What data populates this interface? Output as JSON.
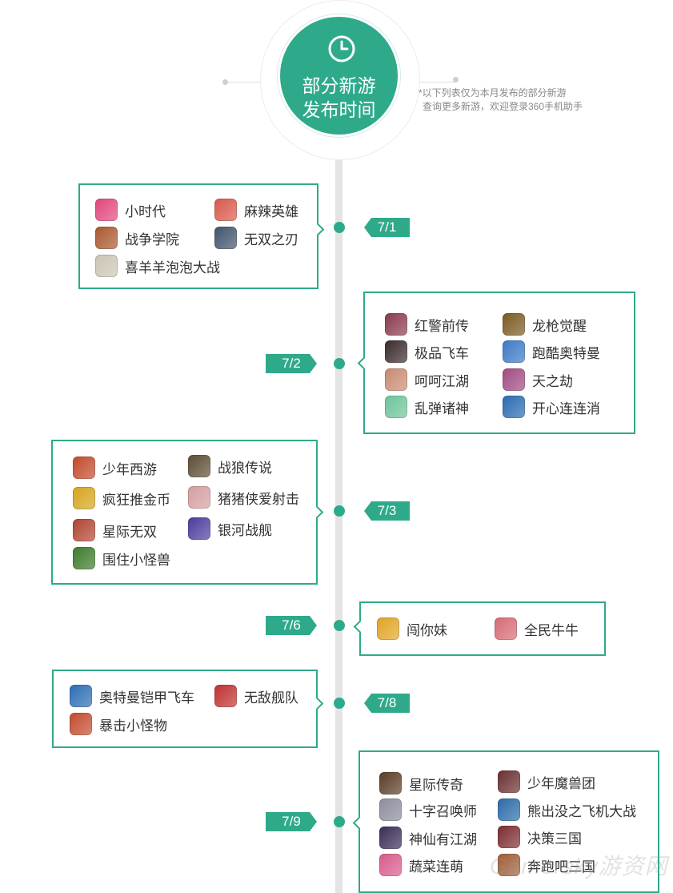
{
  "header": {
    "title_line1": "部分新游",
    "title_line2": "发布时间",
    "note_line1": "*以下列表仅为本月发布的部分新游",
    "note_line2": "查询更多新游，欢迎登录360手机助手"
  },
  "colors": {
    "accent": "#2eaa8a",
    "spine": "#e4e4e4"
  },
  "groups": [
    {
      "date": "7/1",
      "games": [
        {
          "name": "小时代",
          "color": "#e2457d"
        },
        {
          "name": "麻辣英雄",
          "color": "#d8584a"
        },
        {
          "name": "战争学院",
          "color": "#a8582e"
        },
        {
          "name": "无双之刃",
          "color": "#3f536c"
        },
        {
          "name": "喜羊羊泡泡大战",
          "color": "#ccc4b4"
        }
      ]
    },
    {
      "date": "7/2",
      "games": [
        {
          "name": "红警前传",
          "color": "#8a3a4c"
        },
        {
          "name": "龙枪觉醒",
          "color": "#7a5a20"
        },
        {
          "name": "极品飞车",
          "color": "#3a2a2a"
        },
        {
          "name": "跑酷奥特曼",
          "color": "#3c78c6"
        },
        {
          "name": "呵呵江湖",
          "color": "#c98a70"
        },
        {
          "name": "天之劫",
          "color": "#a04a82"
        },
        {
          "name": "乱弹诸神",
          "color": "#6cc49a"
        },
        {
          "name": "开心连连消",
          "color": "#2a6ab0"
        }
      ]
    },
    {
      "date": "7/3",
      "games": [
        {
          "name": "少年西游",
          "color": "#c2492a"
        },
        {
          "name": "战狼传说",
          "color": "#5c4c34"
        },
        {
          "name": "疯狂推金币",
          "color": "#d6a41c"
        },
        {
          "name": "猪猪侠爱射击",
          "color": "#d49ea0"
        },
        {
          "name": "星际无双",
          "color": "#b04432"
        },
        {
          "name": "银河战舰",
          "color": "#4a3c9c"
        },
        {
          "name": "围住小怪兽",
          "color": "#3c7a2a"
        }
      ]
    },
    {
      "date": "7/6",
      "games": [
        {
          "name": "闯你妹",
          "color": "#e0a424"
        },
        {
          "name": "全民牛牛",
          "color": "#d66a74"
        }
      ]
    },
    {
      "date": "7/8",
      "games": [
        {
          "name": "奥特曼铠甲飞车",
          "color": "#2c6cb4"
        },
        {
          "name": "无敌舰队",
          "color": "#bf3030"
        },
        {
          "name": "暴击小怪物",
          "color": "#c24a2e"
        }
      ]
    },
    {
      "date": "7/9",
      "games": [
        {
          "name": "星际传奇",
          "color": "#5a3c24"
        },
        {
          "name": "少年魔兽团",
          "color": "#6a2e30"
        },
        {
          "name": "十字召唤师",
          "color": "#8c8c9c"
        },
        {
          "name": "熊出没之飞机大战",
          "color": "#2a6aa8"
        },
        {
          "name": "神仙有江湖",
          "color": "#3a2c56"
        },
        {
          "name": "决策三国",
          "color": "#7c2c30"
        },
        {
          "name": "蔬菜连萌",
          "color": "#d85a8c"
        },
        {
          "name": "奔跑吧三国",
          "color": "#a05c34"
        }
      ]
    }
  ],
  "watermark": "Gamersky游资网"
}
